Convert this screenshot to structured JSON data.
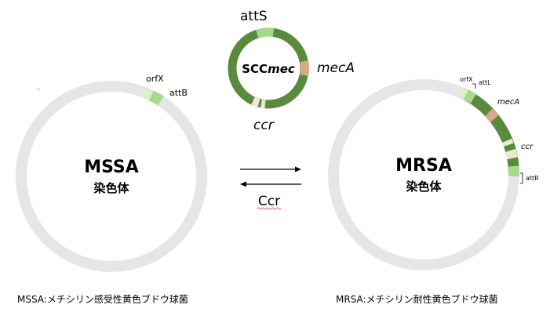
{
  "mssa": {
    "title": "MSSA",
    "subtitle": "染色体",
    "orfx_label": "orfX",
    "attb_label": "attB",
    "caption": "MSSA:メチシリン感受性黄色ブドウ球菌"
  },
  "scc": {
    "center_label_prefix": "SCC",
    "center_label_suffix": "mec",
    "atts_label": "attS",
    "meca_label": "mecA",
    "ccr_label": "ccr"
  },
  "reaction": {
    "enzyme_label": "Ccr"
  },
  "mrsa": {
    "title": "MRSA",
    "subtitle": "染色体",
    "orfx_label": "orfX",
    "attl_label": "attL",
    "meca_label": "mecA",
    "ccr_label": "ccr",
    "attr_label": "attR",
    "caption": "MRSA:メチシリン耐性黄色ブドウ球菌"
  },
  "colors": {
    "chromosome": "#e6e6e6",
    "scc_dark_green": "#5a8a3c",
    "light_green": "#a8d88a",
    "pale_green": "#d9f0c8",
    "meca_tan": "#d9a88a",
    "ccr_cream": "#efe8d4"
  }
}
